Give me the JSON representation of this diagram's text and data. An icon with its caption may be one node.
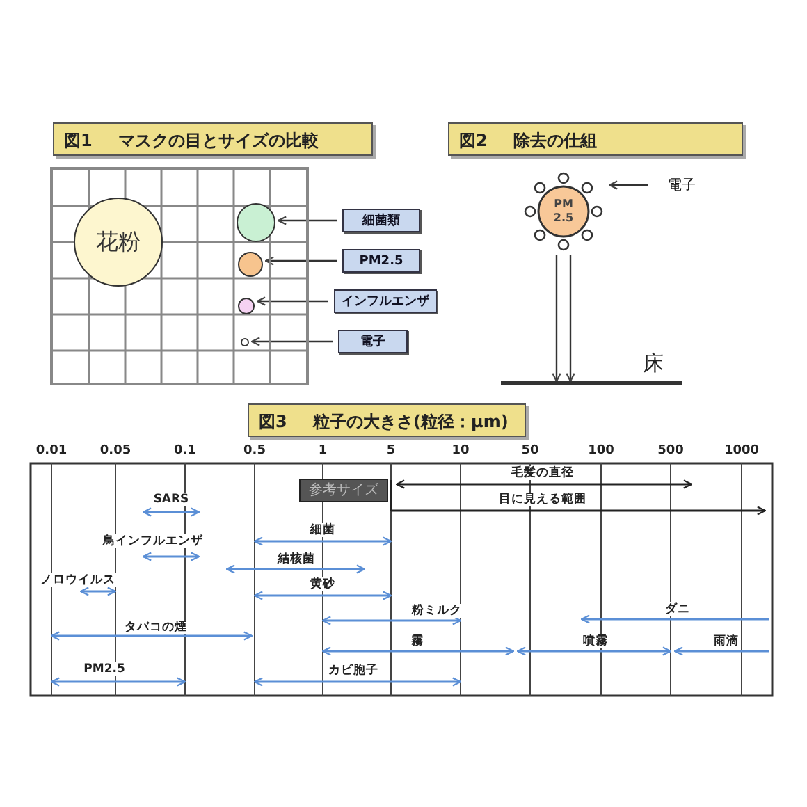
{
  "diagram": {
    "nodes": [
      {
        "text": [
          "図1",
          "マスクの目とサイズの比較"
        ]
      },
      {
        "text": [],
        "shape": "box"
      },
      {
        "text": [
          "花粉"
        ],
        "in": 1
      },
      {
        "text": [],
        "shape": "circle",
        "in": 1
      },
      {
        "text": [],
        "shape": "circle",
        "in": 1
      },
      {
        "text": [],
        "shape": "circle",
        "in": 1
      },
      {
        "text": [],
        "shape": "circle",
        "in": 1
      },
      {
        "text": [
          "細菌類"
        ]
      },
      {
        "text": [
          "PM2.5"
        ]
      },
      {
        "text": [
          "インフルエンザ"
        ]
      },
      {
        "text": [
          "電子"
        ]
      },
      {
        "text": [
          "図2",
          "除去の仕組"
        ]
      },
      {
        "text": [
          "PM 2.5"
        ]
      },
      {
        "text": [
          "電子"
        ]
      },
      {
        "text": [],
        "shape": "bar",
        "beside": [
          "床"
        ]
      },
      {
        "text": [
          "図3",
          "粒子の大きさ(粒径：μm)"
        ]
      }
    ],
    "edges": [
      {
        "from": 7,
        "to": 3,
        "arrow": "to"
      },
      {
        "from": 8,
        "to": 4,
        "arrow": "to"
      },
      {
        "from": 9,
        "to": 5,
        "arrow": "to"
      },
      {
        "from": 10,
        "to": 6,
        "arrow": "to"
      },
      {
        "from": 13,
        "to": 12,
        "arrow": "to"
      },
      {
        "from": 12,
        "to": 14,
        "arrow": "to"
      },
      {
        "from": 12,
        "to": 14,
        "arrow": "to"
      }
    ],
    "labels": [
      "0.01",
      "0.05",
      "0.1",
      "0.5",
      "1",
      "5",
      "10",
      "50",
      "100",
      "500",
      "1000",
      "参考サイズ",
      "毛髪の直径",
      "SARS",
      "目に見える範囲",
      "細菌",
      "鳥インフルエンザ",
      "結核菌",
      "ノロウイルス",
      "黄砂",
      "粉ミルク",
      "ダニ",
      "タバコの煙",
      "霧",
      "噴霧",
      "雨滴",
      "PM2.5",
      "カビ胞子"
    ]
  }
}
